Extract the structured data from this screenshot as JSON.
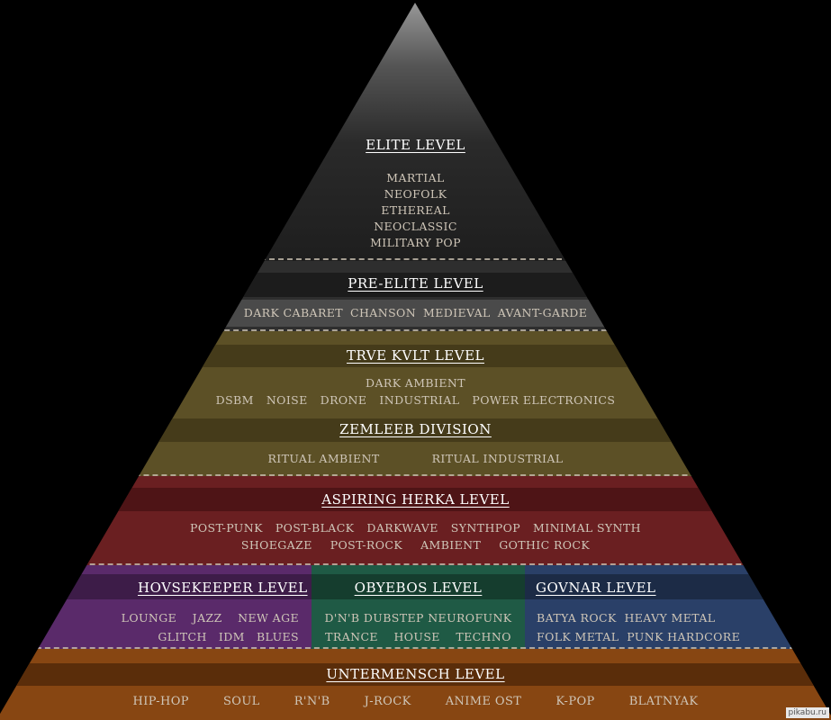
{
  "levels": {
    "elite": {
      "title": "ELITE LEVEL",
      "items": [
        "MARTIAL",
        "NEOFOLK",
        "ETHEREAL",
        "NEOCLASSIC",
        "MILITARY POP"
      ]
    },
    "pre_elite": {
      "title": "PRE-ELITE LEVEL",
      "items": [
        "DARK CABARET",
        "CHANSON",
        "MEDIEVAL",
        "AVANT-GARDE"
      ]
    },
    "trve_kvlt": {
      "title": "TRVE KVLT LEVEL",
      "items_row1": [
        "DARK AMBIENT"
      ],
      "items_row2": [
        "DSBM",
        "NOISE",
        "DRONE",
        "INDUSTRIAL",
        "POWER ELECTRONICS"
      ]
    },
    "zemleeb": {
      "title": "ZEMLEEB DIVISION",
      "items": [
        "RITUAL AMBIENT",
        "RITUAL INDUSTRIAL"
      ]
    },
    "aspiring_herka": {
      "title": "ASPIRING HERKA LEVEL",
      "items_row1": [
        "POST-PUNK",
        "POST-BLACK",
        "DARKWAVE",
        "SYNTHPOP",
        "MINIMAL SYNTH"
      ],
      "items_row2": [
        "SHOEGAZE",
        "POST-ROCK",
        "AMBIENT",
        "GOTHIC ROCK"
      ]
    },
    "hovsekeeper": {
      "title": "HOVSEKEEPER LEVEL",
      "items_row1": [
        "LOUNGE",
        "JAZZ",
        "NEW AGE"
      ],
      "items_row2": [
        "GLITCH",
        "IDM",
        "BLUES"
      ]
    },
    "obyebos": {
      "title": "OBYEBOS LEVEL",
      "items_row1": [
        "D'N'B",
        "DUBSTEP",
        "NEUROFUNK"
      ],
      "items_row2": [
        "TRANCE",
        "HOUSE",
        "TECHNO"
      ]
    },
    "govnar": {
      "title": "GOVNAR LEVEL",
      "items_row1": [
        "BATYA ROCK",
        "HEAVY METAL"
      ],
      "items_row2": [
        "FOLK METAL",
        "PUNK HARDCORE"
      ]
    },
    "untermensch": {
      "title": "UNTERMENSCH LEVEL",
      "items": [
        "HIP-HOP",
        "SOUL",
        "R'N'B",
        "J-ROCK",
        "ANIME OST",
        "K-POP",
        "BLATNYAK"
      ]
    }
  },
  "watermark": "pikabu.ru",
  "colors": {
    "elite": "#2a2a2a",
    "pre_elite": "#3a3a3a",
    "trve": "#5c5026",
    "aspiring": "#6a1f21",
    "hovse": "#5a2a6a",
    "obyebos": "#1f5a45",
    "govnar": "#2a4068",
    "unter": "#874612"
  }
}
